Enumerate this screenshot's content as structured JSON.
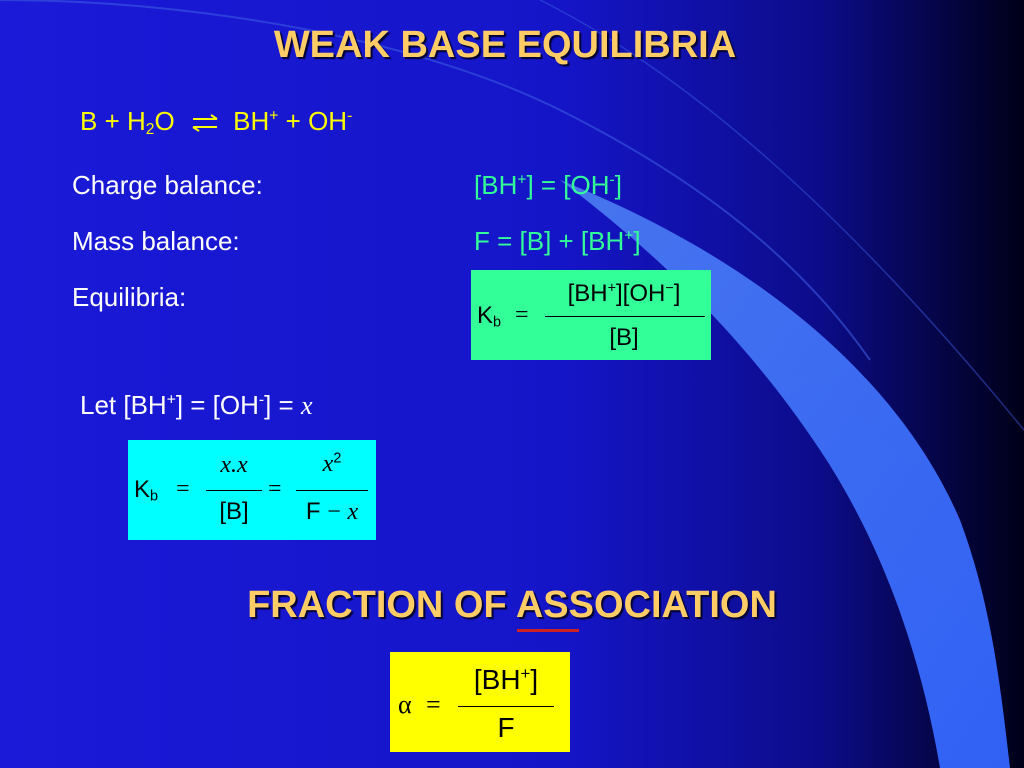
{
  "slide": {
    "title": "WEAK BASE EQUILIBRIA",
    "reaction": {
      "base": "B",
      "plus1": "+",
      "water_h": "H",
      "water_sub": "2",
      "water_o": "O",
      "product_bh": "BH",
      "product_bh_sup": "+",
      "plus2": "+",
      "product_oh": "OH",
      "product_oh_sup": "-"
    },
    "charge_balance": {
      "label": "Charge balance:",
      "lhs": "[BH",
      "lhs_sup": "+",
      "mid": "] = [OH",
      "mid_sup": "-",
      "end": "]"
    },
    "mass_balance": {
      "label": "Mass balance:",
      "expr": "F = [B] + [BH",
      "expr_sup": "+",
      "end": "]"
    },
    "equilibria": {
      "label": "Equilibria:"
    },
    "kb_box": {
      "k": "K",
      "k_sub": "b",
      "eq": "=",
      "num_bh": "[BH",
      "num_sup1": "+",
      "num_mid": "][OH",
      "num_sup2": "−",
      "num_end": "]",
      "den": "[B]"
    },
    "let_line": {
      "text": "Let [BH",
      "sup1": "+",
      "mid": "] = [OH",
      "sup2": "-",
      "end": "] = ",
      "var": "x"
    },
    "kb_x_box": {
      "k": "K",
      "k_sub": "b",
      "eq1": "=",
      "num1": "x.x",
      "den1": "[B]",
      "eq2": "=",
      "num2": "x",
      "num2_sup": "2",
      "den2_f": "F",
      "den2_minus": "−",
      "den2_x": "x"
    },
    "section_title": "FRACTION OF ASSOCIATION",
    "alpha_box": {
      "alpha": "α",
      "eq": "=",
      "num": "[BH",
      "num_sup": "+",
      "num_end": "]",
      "den": "F"
    },
    "colors": {
      "title": "#ffcc66",
      "reaction": "#ffff00",
      "values": "#33ff99",
      "kb_box": "#33ff99",
      "kb_x_box": "#00ffff",
      "alpha_box": "#ffff00",
      "underline": "#cc2222"
    }
  }
}
